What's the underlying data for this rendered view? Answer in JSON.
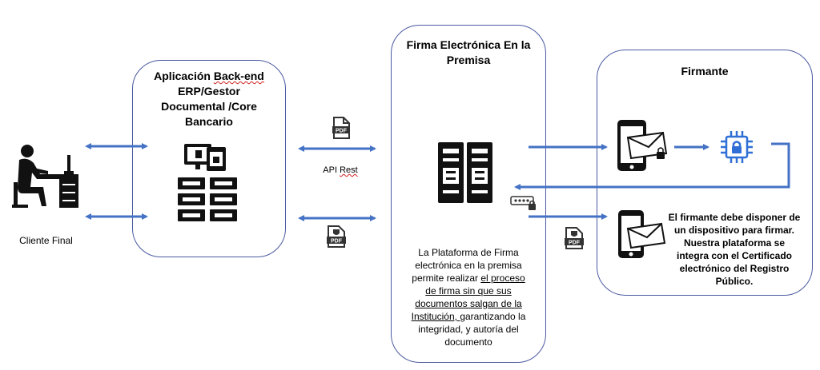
{
  "client": {
    "label": "Cliente Final",
    "icon": "person-at-desk-icon"
  },
  "backend": {
    "title_line1_a": "Aplicación ",
    "title_line1_b": "Back-end",
    "title_line2": "ERP/Gestor",
    "title_line3": "Documental /Core",
    "title_line4": "Bancario",
    "icon": "server-lock-icon"
  },
  "api": {
    "label_a": "API ",
    "label_b": "Rest",
    "pdf_label": "PDF"
  },
  "premise": {
    "title_line1": "Firma Electrónica En la",
    "title_line2": "Premisa",
    "desc_line1": "La Plataforma de Firma",
    "desc_line2": "electrónica en la premisa",
    "desc_line3_a": "permite realizar ",
    "desc_line3_b": "el proceso",
    "desc_line4": "de firma sin que sus",
    "desc_line5": "documentos salgan de la",
    "desc_line6_a": "Institución, ",
    "desc_line6_b": " garantizando la",
    "desc_line7": "integridad, y autoría del",
    "desc_line8": "documento"
  },
  "signer": {
    "title": "Firmante",
    "desc_line1": "El firmante debe disponer de",
    "desc_line2": "un dispositivo para firmar.",
    "desc_line3": "Nuestra plataforma se",
    "desc_line4": "integra con el Certificado",
    "desc_line5": "electrónico del Registro",
    "desc_line6": "Público."
  },
  "colors": {
    "arrow": "#4472c4",
    "box_border": "#4a5aa0",
    "squiggle": "#d02020"
  }
}
